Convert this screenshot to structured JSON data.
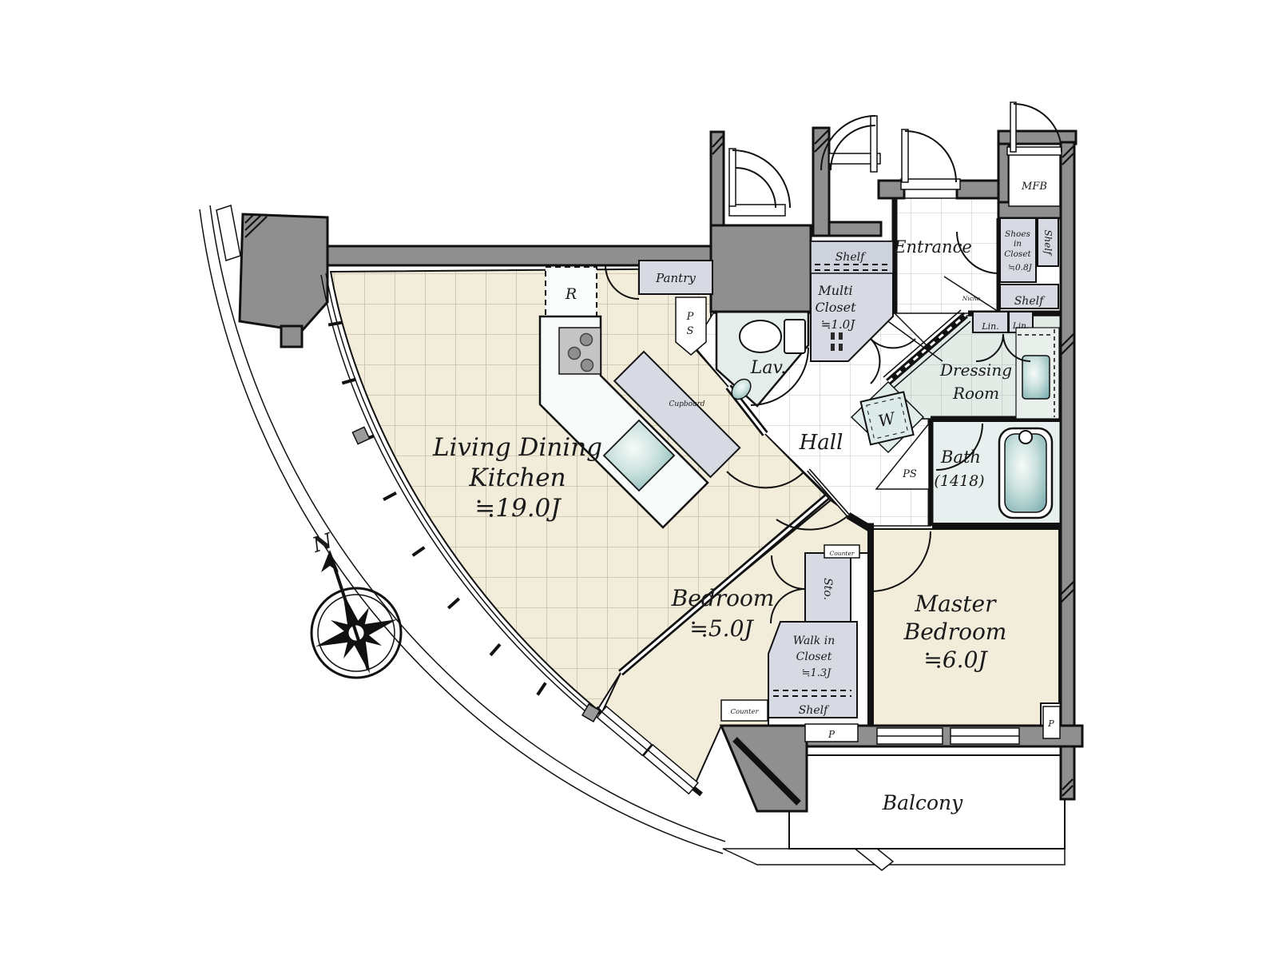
{
  "compass": {
    "north": "N"
  },
  "rooms": {
    "ldk": {
      "line1": "Living Dining",
      "line2": "Kitchen",
      "size": "≒19.0J"
    },
    "bedroom": {
      "name": "Bedroom",
      "size": "≒5.0J"
    },
    "master_bedroom": {
      "line1": "Master",
      "line2": "Bedroom",
      "size": "≒6.0J"
    },
    "entrance": {
      "name": "Entrance"
    },
    "hall": {
      "name": "Hall"
    },
    "lavatory": {
      "name": "Lav."
    },
    "dressing_room": {
      "line1": "Dressing",
      "line2": "Room"
    },
    "bath": {
      "name": "Bath",
      "size": "(1418)"
    },
    "balcony": {
      "name": "Balcony"
    }
  },
  "storage": {
    "multi_closet": {
      "line1": "Multi",
      "line2": "Closet",
      "size": "≒1.0J"
    },
    "walk_in_closet": {
      "line1": "Walk in",
      "line2": "Closet",
      "size": "≒1.3J"
    },
    "shoes_in_closet": {
      "line1": "Shoes",
      "line2": "in",
      "line3": "Closet",
      "size": "≒0.8J"
    },
    "shelf": "Shelf",
    "pantry": "Pantry",
    "cupboard": "Cupboard",
    "storage_abbr": "Sto.",
    "linen_abbr": "Lin.",
    "niche": "Niche",
    "counter": "Counter"
  },
  "fixtures": {
    "refrigerator_abbr": "R",
    "washer_abbr": "W",
    "meter_box_abbr": "MFB",
    "pipe_space_abbr": "PS",
    "pipe_space_p": "P",
    "pipe_space_s": "S",
    "pipe_abbr": "P"
  },
  "colors": {
    "floor_beige": "#f2ecdb",
    "floor_tile_white": "#ffffff",
    "floor_wet": "#e2ebe6",
    "closet_gray": "#d7dae2",
    "wall_gray": "#8f8f8f",
    "fixture_teal": "#8fb8ba"
  }
}
